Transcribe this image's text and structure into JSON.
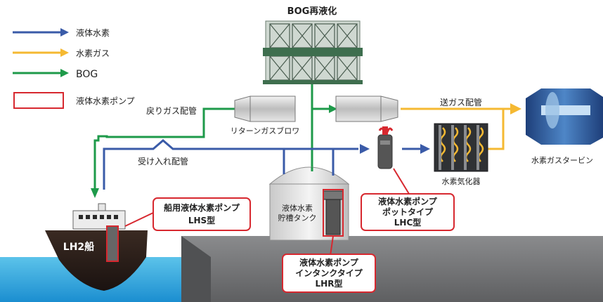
{
  "legend": {
    "liquid_hydrogen": "液体水素",
    "hydrogen_gas": "水素ガス",
    "bog": "BOG",
    "pump": "液体水素ポンプ"
  },
  "labels": {
    "bog_reliquefaction": "BOG再液化",
    "return_gas_piping": "戻りガス配管",
    "return_gas_blower": "リターンガスブロワ",
    "gas_send_piping": "送ガス配管",
    "receiving_piping": "受け入れ配管",
    "hydrogen_gas_turbine": "水素ガスタービン",
    "hydrogen_vaporizer": "水素気化器",
    "ship_name": "LH2船",
    "storage_tank_line1": "液体水素",
    "storage_tank_line2": "貯槽タンク"
  },
  "callouts": {
    "lhs_line1": "船用液体水素ポンプ",
    "lhs_line2": "LHS型",
    "lhc_line1": "液体水素ポンプ",
    "lhc_line2": "ポットタイプ",
    "lhc_line3": "LHC型",
    "lhr_line1": "液体水素ポンプ",
    "lhr_line2": "インタンクタイプ",
    "lhr_line3": "LHR型"
  },
  "colors": {
    "liquid_hydrogen": "#3a5ba8",
    "hydrogen_gas": "#f5b932",
    "bog": "#1e9a4a",
    "pump_outline": "#d7282f",
    "sea": "#3fa9dc",
    "quay": "#6d6e70"
  }
}
